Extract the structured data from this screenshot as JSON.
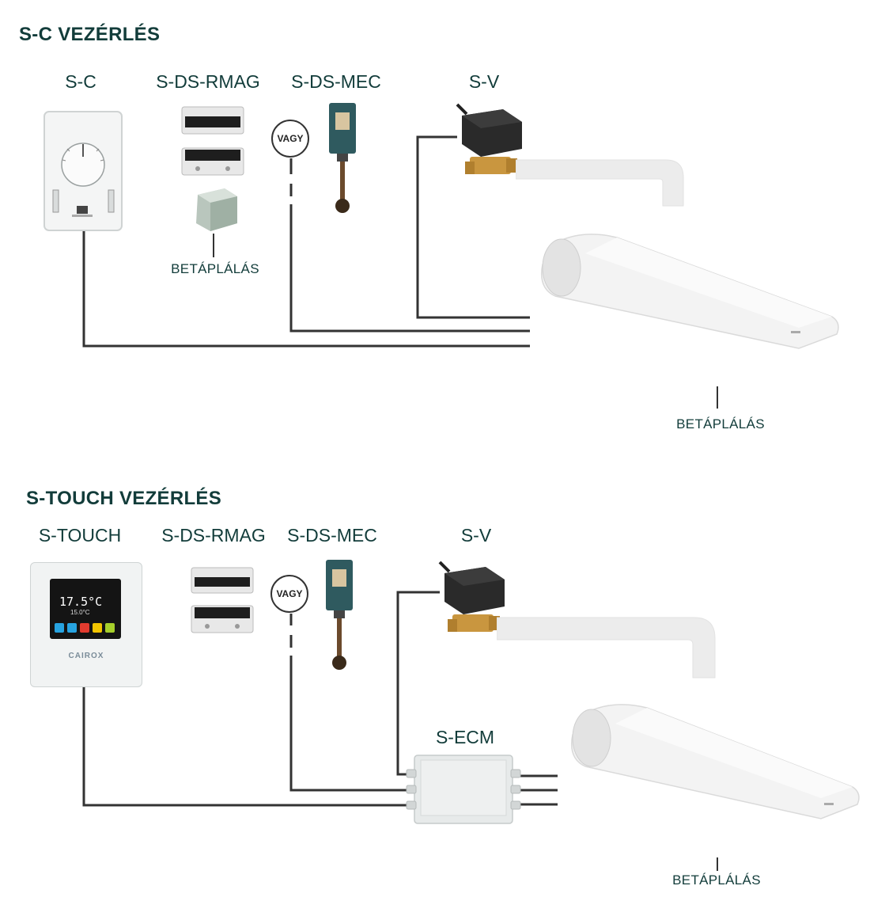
{
  "section1": {
    "title": "S-C VEZÉRLÉS",
    "labels": {
      "controller": "S-C",
      "rmag": "S-DS-RMAG",
      "mec": "S-DS-MEC",
      "valve": "S-V"
    },
    "or_text": "VAGY",
    "power_label_1": "BETÁPLÁLÁS",
    "power_label_2": "BETÁPLÁLÁS"
  },
  "section2": {
    "title": "S-TOUCH VEZÉRLÉS",
    "labels": {
      "controller": "S-TOUCH",
      "rmag": "S-DS-RMAG",
      "mec": "S-DS-MEC",
      "valve": "S-V",
      "ecm": "S-ECM"
    },
    "or_text": "VAGY",
    "power_label": "BETÁPLÁLÁS",
    "thermostat": {
      "temp": "17.5°C",
      "sub": "15.0°C",
      "brand": "CAIROX"
    }
  },
  "colors": {
    "text": "#123c3a",
    "wire": "#333333",
    "valve_body": "#2a2a2a",
    "brass": "#c9963f"
  }
}
